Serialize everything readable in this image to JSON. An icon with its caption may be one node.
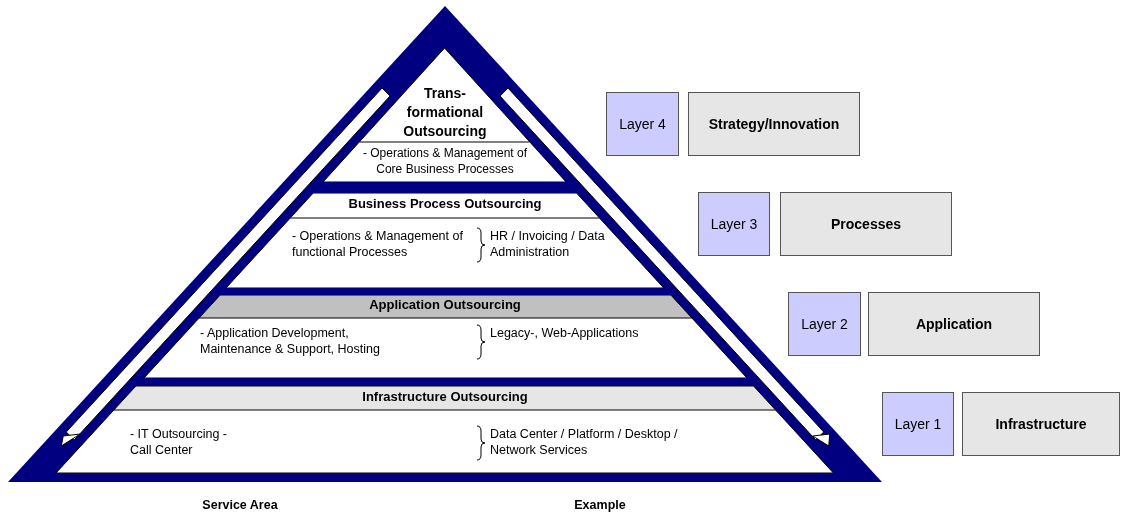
{
  "diagram": {
    "nodes": [
      {
        "text": [
          "Trans- formational Outsourcing",
          "- Operations & Management of Core Business Processes"
        ]
      },
      {
        "text": [
          "Business Process Outsourcing",
          "- Operations & Management of functional Processes",
          "HR / Invoicing / Data Administration"
        ]
      },
      {
        "text": [
          "Application Outsourcing",
          "- Application Development, Maintenance & Support, Hosting",
          "Legacy-, Web-Applications"
        ]
      },
      {
        "text": [
          "Infrastructure Outsourcing",
          "- IT Outsourcing - Call Center",
          "Data Center / Platform / Desktop / Network Services"
        ]
      },
      {
        "text": [
          "Layer 4"
        ]
      },
      {
        "text": [
          "Strategy/Innovation"
        ]
      },
      {
        "text": [
          "Layer 3"
        ]
      },
      {
        "text": [
          "Processes"
        ]
      },
      {
        "text": [
          "Layer 2"
        ]
      },
      {
        "text": [
          "Application"
        ]
      },
      {
        "text": [
          "Layer 1"
        ]
      },
      {
        "text": [
          "Infrastructure"
        ]
      }
    ],
    "edges": [],
    "labels": [
      "Service Area",
      "Example"
    ]
  }
}
